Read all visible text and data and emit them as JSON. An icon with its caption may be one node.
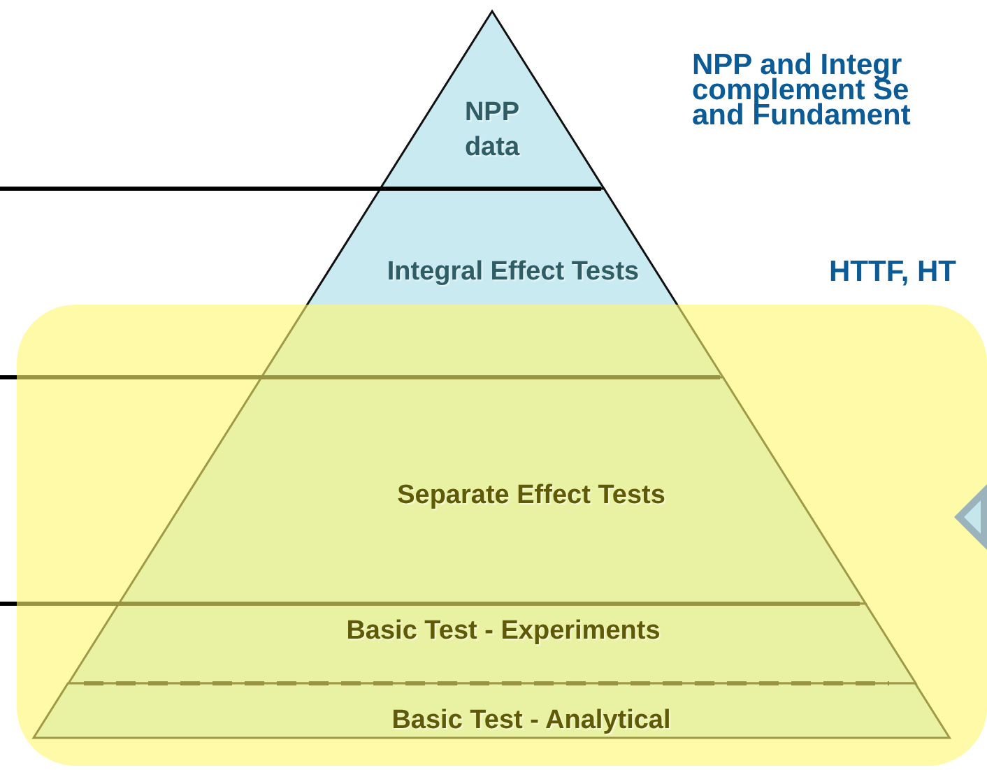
{
  "diagram": {
    "nodes": [
      {
        "text": [
          "NPP data"
        ]
      },
      {
        "text": [
          "Integral Effect Tests"
        ]
      },
      {
        "text": [
          "Separate Effect Tests"
        ]
      },
      {
        "text": [
          "Basic Test - Experiments"
        ]
      },
      {
        "text": [
          "Basic Test - Analytical"
        ]
      }
    ],
    "labels": [
      "NPP and Integr complement Se and Fundament",
      "HTTF, HT"
    ]
  }
}
